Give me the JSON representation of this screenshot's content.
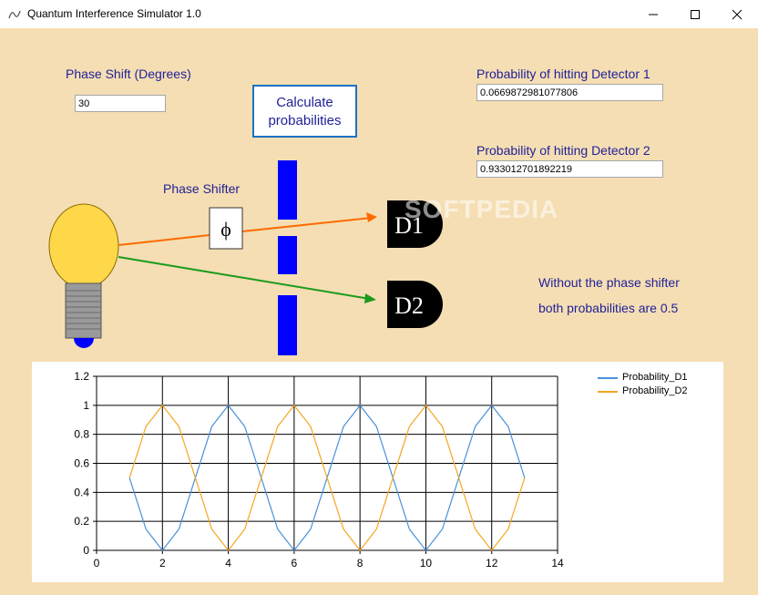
{
  "window": {
    "title": "Quantum Interference Simulator 1.0",
    "controls": {
      "minimize": "minimize-icon",
      "maximize": "maximize-icon",
      "close": "close-icon"
    }
  },
  "inputs": {
    "phase_shift_label": "Phase Shift (Degrees)",
    "phase_shift_value": "30",
    "calc_button_line1": "Calculate",
    "calc_button_line2": "probabilities",
    "d1_label": "Probability of hitting Detector 1",
    "d1_value": "0.0669872981077806",
    "d2_label": "Probability of hitting Detector 2",
    "d2_value": "0.933012701892219"
  },
  "scene": {
    "phase_shifter_label": "Phase Shifter",
    "phase_symbol": "ϕ",
    "detector1": "D1",
    "detector2": "D2",
    "note_line1": "Without the phase shifter",
    "note_line2": "both probabilities are 0.5",
    "watermark": "SOFTPEDIA",
    "colors": {
      "beam_d1": "#ff6a00",
      "beam_d2": "#1c9a1c",
      "slit": "#0000ff",
      "bulb": "#ffd84a"
    }
  },
  "chart_data": {
    "type": "line",
    "xlim": [
      0,
      14
    ],
    "ylim": [
      0,
      1.2
    ],
    "x_ticks": [
      "0",
      "2",
      "4",
      "6",
      "8",
      "10",
      "12",
      "14"
    ],
    "y_ticks": [
      "0",
      "0.2",
      "0.4",
      "0.6",
      "0.8",
      "1",
      "1.2"
    ],
    "legend_position": "top-right",
    "grid": true,
    "series": [
      {
        "name": "Probability_D1",
        "color": "#4a90d9",
        "x": [
          1,
          1.5,
          2,
          2.5,
          3,
          3.5,
          4,
          4.5,
          5,
          5.5,
          6,
          6.5,
          7,
          7.5,
          8,
          8.5,
          9,
          9.5,
          10,
          10.5,
          11,
          11.5,
          12,
          12.5,
          13
        ],
        "values": [
          0.5,
          0.146,
          0,
          0.146,
          0.5,
          0.854,
          1,
          0.854,
          0.5,
          0.146,
          0,
          0.146,
          0.5,
          0.854,
          1,
          0.854,
          0.5,
          0.146,
          0,
          0.146,
          0.5,
          0.854,
          1,
          0.854,
          0.5
        ]
      },
      {
        "name": "Probability_D2",
        "color": "#f5a623",
        "x": [
          1,
          1.5,
          2,
          2.5,
          3,
          3.5,
          4,
          4.5,
          5,
          5.5,
          6,
          6.5,
          7,
          7.5,
          8,
          8.5,
          9,
          9.5,
          10,
          10.5,
          11,
          11.5,
          12,
          12.5,
          13
        ],
        "values": [
          0.5,
          0.854,
          1,
          0.854,
          0.5,
          0.146,
          0,
          0.146,
          0.5,
          0.854,
          1,
          0.854,
          0.5,
          0.146,
          0,
          0.146,
          0.5,
          0.854,
          1,
          0.854,
          0.5,
          0.146,
          0,
          0.146,
          0.5
        ]
      }
    ]
  }
}
